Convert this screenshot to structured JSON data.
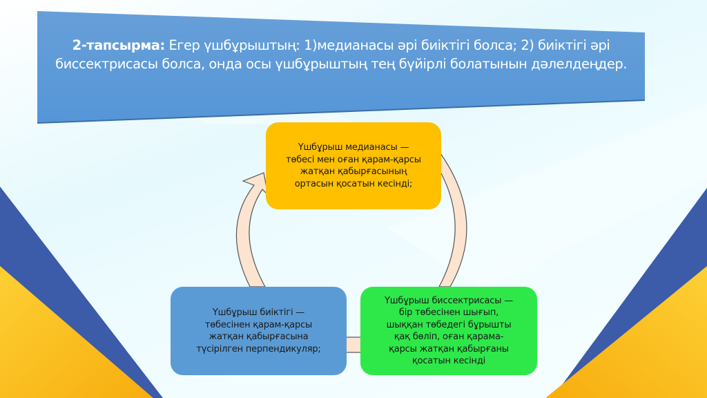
{
  "title": {
    "label_bold": "2-тапсырма:",
    "text": " Егер үшбұрыштың: 1)медианасы әрі биіктігі болса; 2) биіктігі әрі биссектрисасы болса, онда осы үшбұрыштың тең бүйірлі болатынын дәлелдеңдер."
  },
  "cycle": {
    "nodes": [
      {
        "id": "median",
        "text": "Үшбұрыш медианасы —\nтөбесі мен оған қарам-қарсы\nжатқан қабырғасының\nортасын қосатын кесінді;",
        "color": "#ffc000"
      },
      {
        "id": "bisector",
        "text": "Үшбұрыш биссектрисасы —\nбір төбесінен шығып,\nшыққан төбедегі бұрышты\nқақ бөліп, оған қарама-\nқарсы жатқан қабырғаны\nқосатын кесінді",
        "color": "#2ee84a"
      },
      {
        "id": "altitude",
        "text": "Үшбұрыш биіктігі —\nтөбесінен қарам-қарсы\nжатқан қабырғасына\nтүсірілген  перпендикуляр;",
        "color": "#5b9bd5"
      }
    ],
    "arrow_color": "#fde4d0"
  },
  "colors": {
    "banner": "#5b9bd5",
    "deco_blue": "#3c5ba8",
    "deco_yellow": "#fbbf1f"
  }
}
